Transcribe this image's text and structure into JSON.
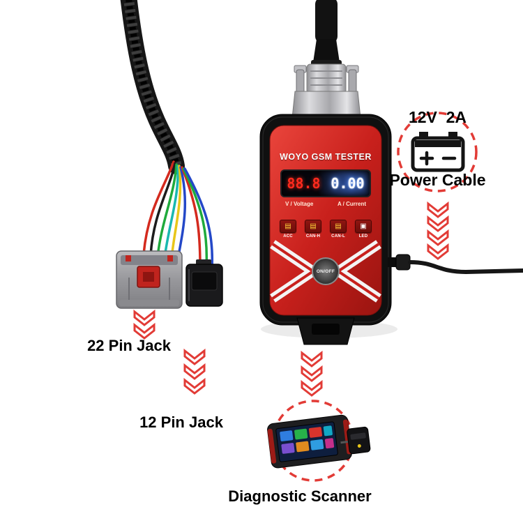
{
  "annotations": {
    "power_cable": {
      "line1": "12V  2A",
      "line2": "Power Cable"
    },
    "jack_22": "22 Pin Jack",
    "jack_12": "12 Pin Jack",
    "diagnostic_scanner": "Diagnostic Scanner"
  },
  "device": {
    "brand": "WOYO GSM TESTER",
    "display": {
      "voltage_value": "88.8",
      "current_value": "0.00"
    },
    "voltage_label": "V / Voltage",
    "current_label": "A / Current",
    "buttons": [
      "ACC",
      "CAN-H",
      "CAN-L",
      "LED"
    ],
    "power_button_label": "ON/OFF"
  },
  "colors": {
    "arrow_red": "#e23b36",
    "device_red": "#c8201c",
    "label_text": "#000000"
  }
}
